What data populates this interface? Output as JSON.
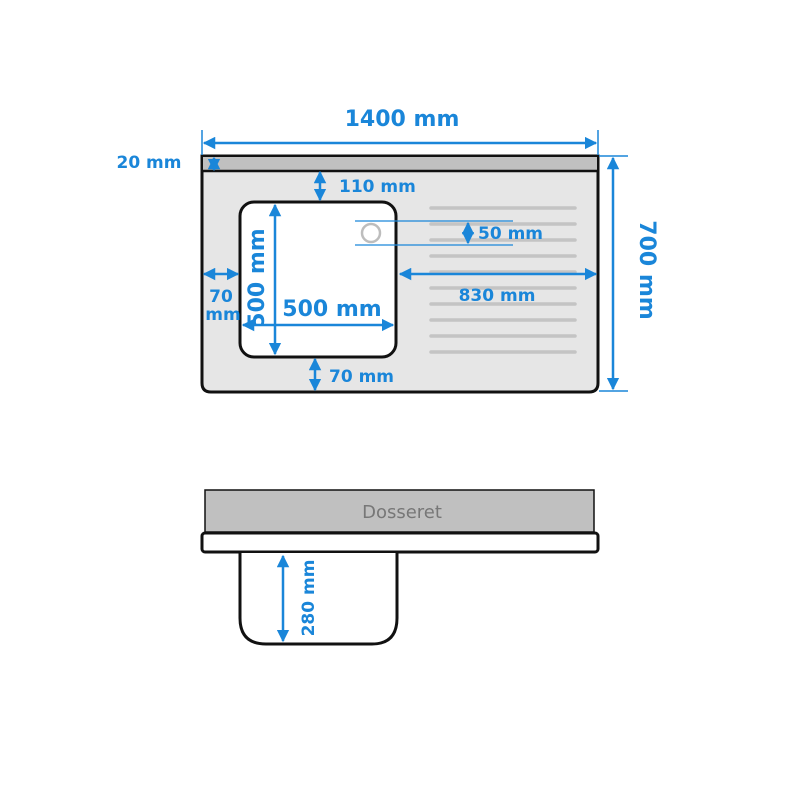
{
  "dimensions": {
    "total_width": "1400 mm",
    "total_depth": "700 mm",
    "backsplash_height": "20 mm",
    "front_margin_top": "110 mm",
    "drain_offset": "50 mm",
    "bowl_height": "500 mm",
    "bowl_width": "500 mm",
    "left_margin_line1": "70",
    "left_margin_line2": "mm",
    "drainboard_width": "830 mm",
    "bottom_margin": "70 mm",
    "bowl_depth": "280 mm"
  },
  "labels": {
    "backsplash": "Dosseret"
  },
  "colors": {
    "dimension": "#1a86d9",
    "outline": "#111111",
    "surface": "#e6e6e6",
    "backsplash": "#c0c0c0",
    "groove": "#c4c4c4"
  }
}
